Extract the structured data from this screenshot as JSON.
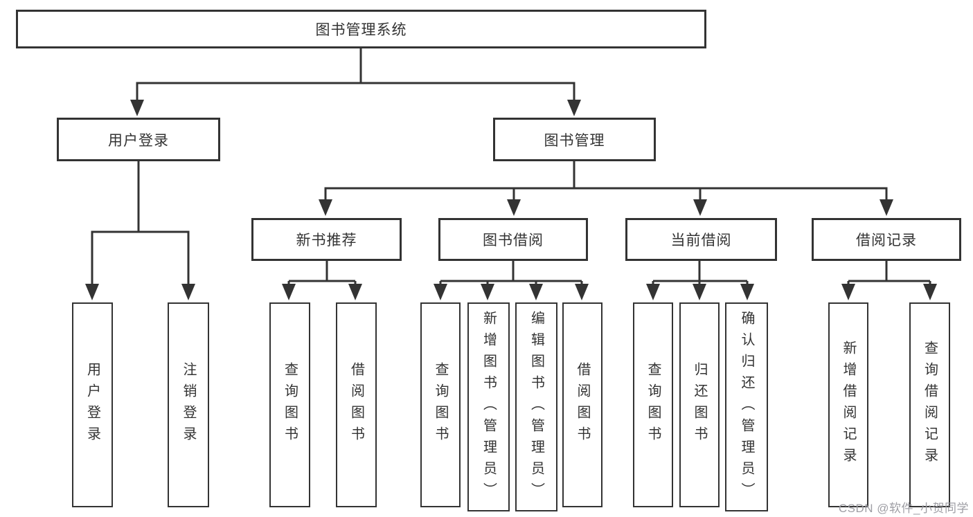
{
  "diagram": {
    "root": {
      "label": "图书管理系统"
    },
    "level2": [
      {
        "label": "用户登录"
      },
      {
        "label": "图书管理"
      }
    ],
    "level3": [
      {
        "label": "新书推荐",
        "parent": "图书管理"
      },
      {
        "label": "图书借阅",
        "parent": "图书管理"
      },
      {
        "label": "当前借阅",
        "parent": "图书管理"
      },
      {
        "label": "借阅记录",
        "parent": "图书管理"
      }
    ],
    "leaves": [
      {
        "label": "用户登录",
        "parent": "用户登录"
      },
      {
        "label": "注销登录",
        "parent": "用户登录"
      },
      {
        "label": "查询图书",
        "parent": "新书推荐"
      },
      {
        "label": "借阅图书",
        "parent": "新书推荐"
      },
      {
        "label": "查询图书",
        "parent": "图书借阅"
      },
      {
        "label": "新增图书（管理员）",
        "parent": "图书借阅"
      },
      {
        "label": "编辑图书（管理员）",
        "parent": "图书借阅"
      },
      {
        "label": "借阅图书",
        "parent": "图书借阅"
      },
      {
        "label": "查询图书",
        "parent": "当前借阅"
      },
      {
        "label": "归还图书",
        "parent": "当前借阅"
      },
      {
        "label": "确认归还（管理员）",
        "parent": "当前借阅"
      },
      {
        "label": "新增借阅记录",
        "parent": "借阅记录"
      },
      {
        "label": "查询借阅记录",
        "parent": "借阅记录"
      }
    ],
    "colors": {
      "line": "#333333",
      "box_border": "#333333",
      "text": "#333333",
      "background": "#ffffff"
    }
  },
  "watermark": {
    "text": "CSDN @软件_小贺同学"
  }
}
